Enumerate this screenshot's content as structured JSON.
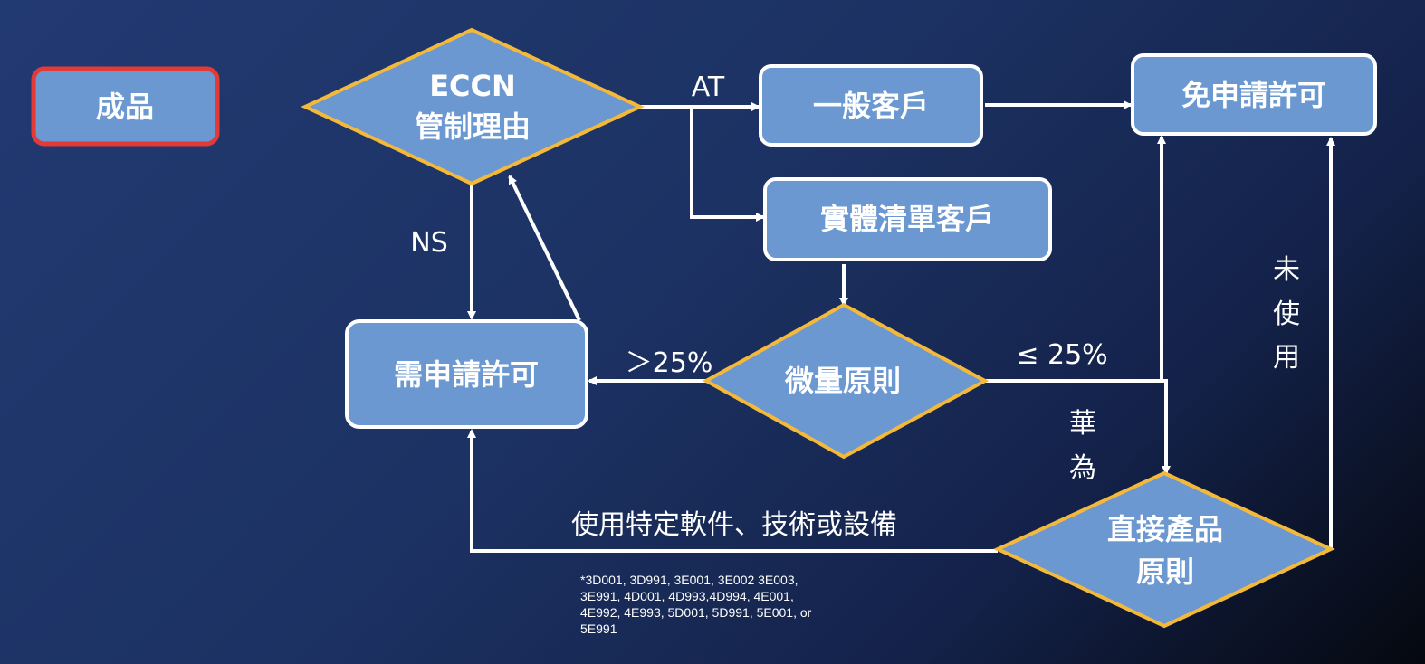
{
  "nodes": {
    "finished_goods": "成品",
    "eccn_line1": "ECCN",
    "eccn_line2": "管制理由",
    "general_customer": "一般客戶",
    "entity_list_customer": "實體清單客戶",
    "license_exempt": "免申請許可",
    "license_required": "需申請許可",
    "de_minimis": "微量原則",
    "fdpr_line1": "直接產品",
    "fdpr_line2": "原則"
  },
  "edge_labels": {
    "at": "AT",
    "ns": "NS",
    "over_25": "＞25%",
    "under_25": "≤ 25%",
    "huawei_1": "華",
    "huawei_2": "為",
    "unused_1": "未",
    "unused_2": "使",
    "unused_3": "用",
    "specific_use": "使用特定軟件、技術或設備"
  },
  "footnote": "*3D001,  3D991,  3E001,  3E002  3E003,\n3E991,  4D001,  4D993,4D994,  4E001,\n4E992,  4E993,  5D001,  5D991,  5E001,  or\n5E991",
  "colors": {
    "node_fill": "#6b98d0",
    "diamond_border": "#f5b93a",
    "highlight_border": "#e23a36",
    "box_border": "#ffffff",
    "arrow": "#ffffff"
  }
}
